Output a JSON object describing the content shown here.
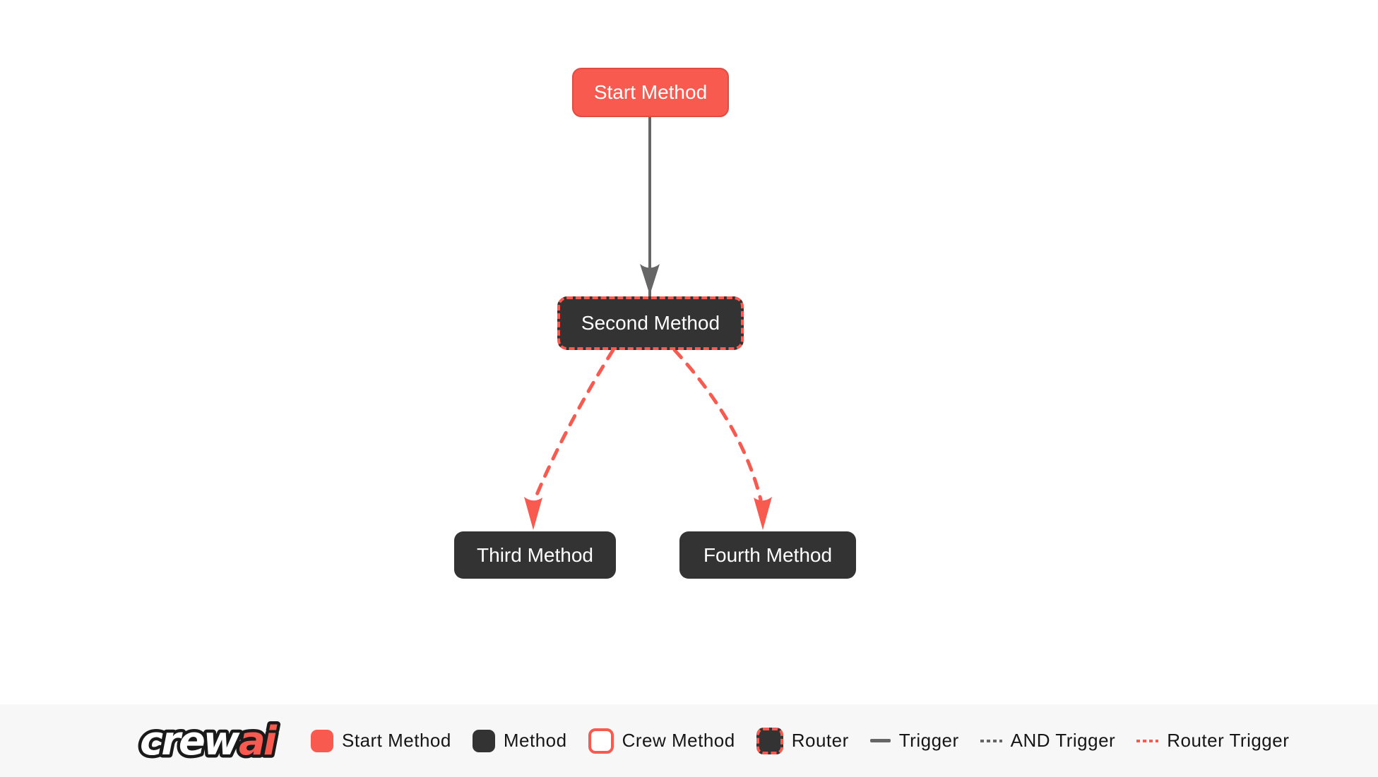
{
  "diagram": {
    "nodes": [
      {
        "id": "start_method",
        "label": "Start Method",
        "type": "start-method"
      },
      {
        "id": "second_method",
        "label": "Second Method",
        "type": "router"
      },
      {
        "id": "third_method",
        "label": "Third Method",
        "type": "method"
      },
      {
        "id": "fourth_method",
        "label": "Fourth Method",
        "type": "method"
      }
    ],
    "edges": [
      {
        "from": "start_method",
        "to": "second_method",
        "type": "trigger"
      },
      {
        "from": "second_method",
        "to": "third_method",
        "type": "router-trigger"
      },
      {
        "from": "second_method",
        "to": "fourth_method",
        "type": "router-trigger"
      }
    ]
  },
  "legend": {
    "logo": {
      "word_white": "crew",
      "word_red": "ai"
    },
    "items": [
      {
        "label": "Start Method",
        "swatch": "start-method-swatch"
      },
      {
        "label": "Method",
        "swatch": "method-swatch"
      },
      {
        "label": "Crew Method",
        "swatch": "crew-method-swatch"
      },
      {
        "label": "Router",
        "swatch": "router-swatch"
      },
      {
        "label": "Trigger",
        "swatch": "trigger-line-swatch"
      },
      {
        "label": "AND Trigger",
        "swatch": "and-trigger-line-swatch"
      },
      {
        "label": "Router Trigger",
        "swatch": "router-trigger-line-swatch"
      }
    ]
  },
  "colors": {
    "accent_red": "#f95a50",
    "accent_red_border": "#e04b42",
    "node_dark": "#333333",
    "edge_gray": "#666666",
    "node_text": "#ffffff",
    "legend_bg": "#f7f7f8",
    "legend_text": "#161616",
    "canvas_bg": "#ffffff"
  }
}
